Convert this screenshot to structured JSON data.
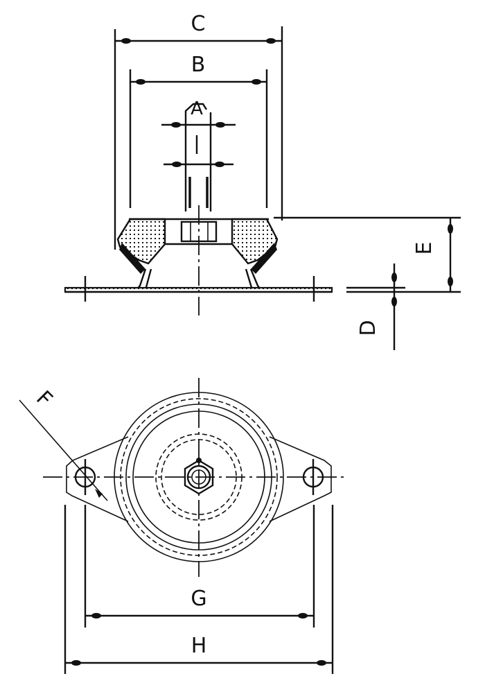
{
  "diagram": {
    "type": "technical-drawing",
    "subject": "anti-vibration rubber mount with threaded stud and two-hole flange",
    "views": [
      "side-section",
      "top"
    ],
    "colors": {
      "line": "#111111",
      "background": "#ffffff"
    },
    "dimensions": {
      "A": "A",
      "B": "B",
      "C": "C",
      "D": "D",
      "E": "E",
      "F": "F",
      "G": "G",
      "H": "H"
    }
  }
}
